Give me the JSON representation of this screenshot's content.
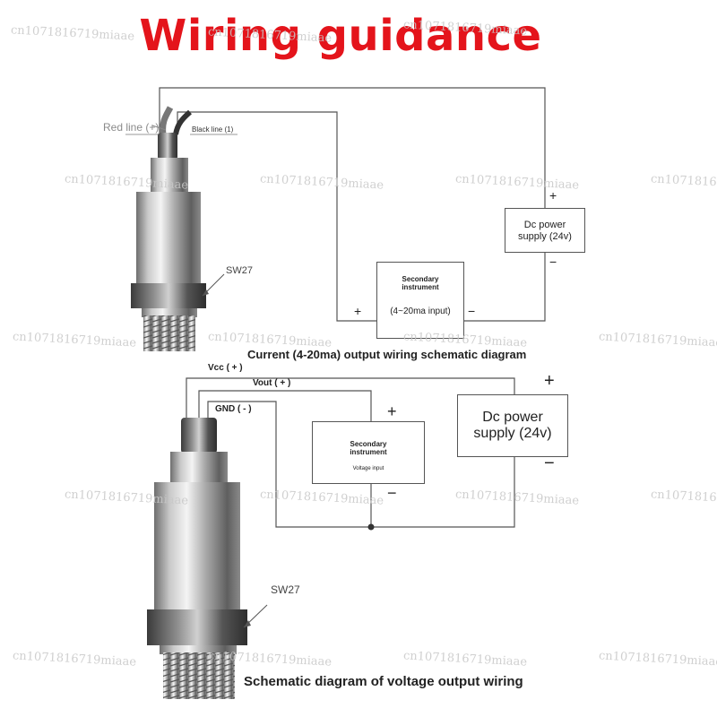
{
  "title": "Wiring guidance",
  "current_diagram": {
    "caption": "Current (4-20ma) output wiring schematic diagram",
    "red_line": "Red line (+)",
    "black_line": "Black line (1)",
    "wrench": "SW27",
    "power_supply": {
      "line1": "Dc power",
      "line2": "supply (24v)",
      "plus": "+",
      "minus": "−"
    },
    "instrument": {
      "line1": "Secondary",
      "line2": "instrument",
      "input": "(4~20ma input)",
      "plus": "+",
      "minus": "−"
    }
  },
  "voltage_diagram": {
    "caption": "Schematic diagram of voltage output wiring",
    "vcc": "Vcc ( + )",
    "vout": "Vout ( + )",
    "gnd": "GND ( - )",
    "wrench": "SW27",
    "power_supply": {
      "line1": "Dc power",
      "line2": "supply (24v)",
      "plus": "+",
      "minus": "−"
    },
    "instrument": {
      "line1": "Secondary",
      "line2": "instrument",
      "input": "Voltage input",
      "plus": "+",
      "minus": "−"
    }
  },
  "watermark": "cn1071816719miaae",
  "colors": {
    "title": "#e4141b",
    "wire": "#555555",
    "metal_dark": "#5a5a5a",
    "metal_light": "#e8e8e8"
  }
}
